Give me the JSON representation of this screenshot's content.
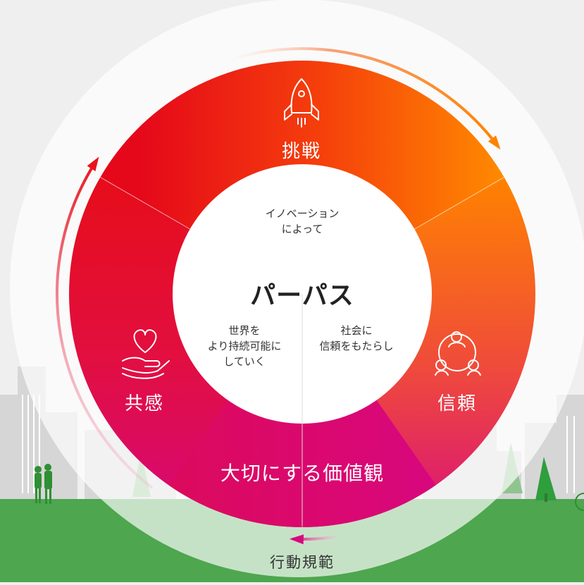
{
  "diagram": {
    "center": {
      "title": "パーパス",
      "part_top": [
        "イノベーション",
        "によって"
      ],
      "part_left": [
        "世界を",
        "より持続可能に",
        "していく"
      ],
      "part_right": [
        "社会に",
        "信頼をもたらし"
      ]
    },
    "values": [
      {
        "label": "挑戦",
        "icon": "rocket-icon"
      },
      {
        "label": "信頼",
        "icon": "people-circle-icon"
      },
      {
        "label": "共感",
        "icon": "heart-hand-icon"
      }
    ],
    "values_title": "大切にする価値観",
    "code_of_conduct": "行動規範"
  },
  "colors": {
    "red": "#e8141c",
    "orange": "#ff8200",
    "magenta": "#d6097d",
    "grass": "#4ea64f",
    "tree": "#2f9e3c"
  }
}
